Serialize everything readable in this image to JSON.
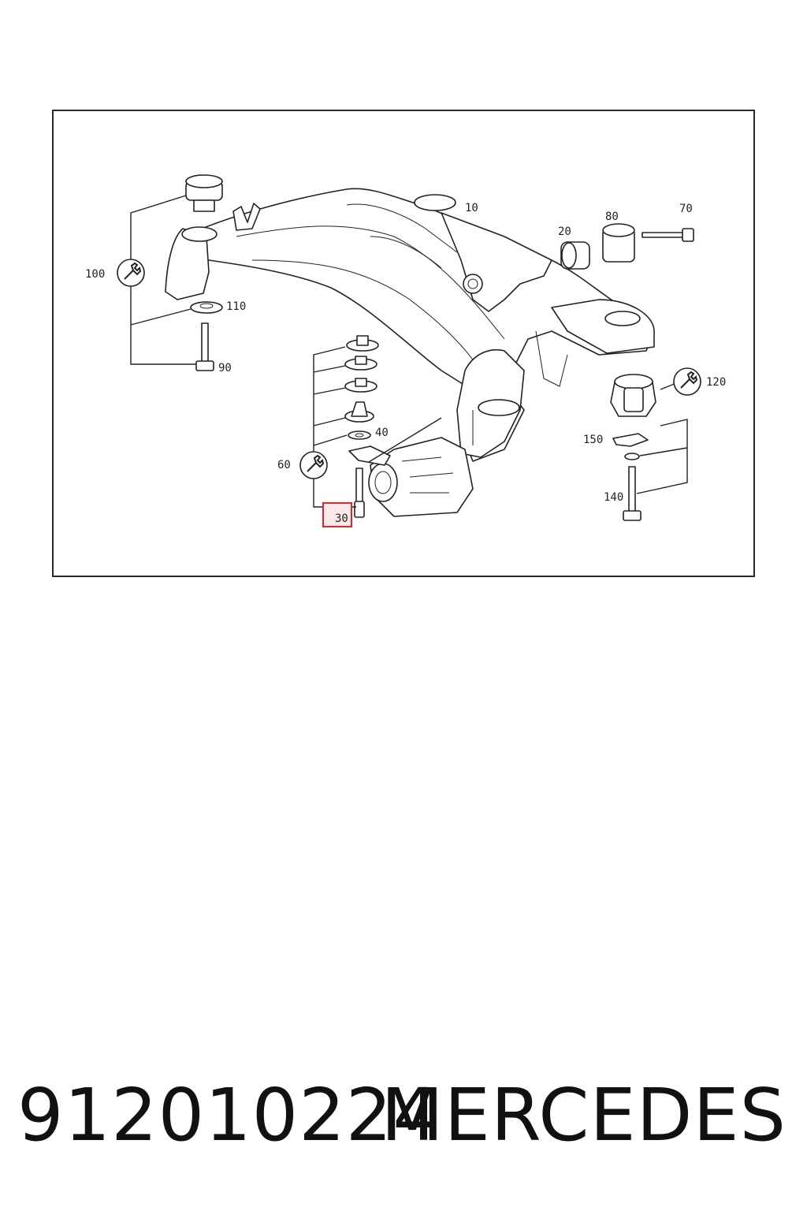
{
  "diagram": {
    "callouts": {
      "c10": "10",
      "c20": "20",
      "c30": "30",
      "c40": "40",
      "c60": "60",
      "c70": "70",
      "c80": "80",
      "c90": "90",
      "c100": "100",
      "c110": "110",
      "c120": "120",
      "c140": "140",
      "c150": "150"
    },
    "highlighted_callout": "30",
    "highlight_color": "#e0242b",
    "icons": [
      "wrench-icon"
    ]
  },
  "footer": {
    "part_number": "912010224",
    "brand": "MERCEDES"
  }
}
